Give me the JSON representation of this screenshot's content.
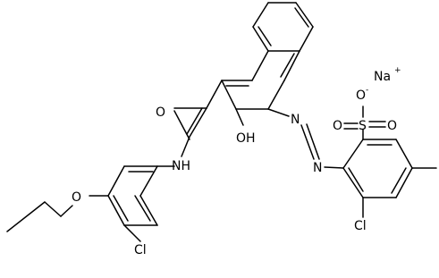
{
  "molecule": {
    "atoms": {
      "na": "Na",
      "na_charge": "+",
      "o_minus": "O",
      "o_minus_charge": "-",
      "s": "S",
      "o_right": "O",
      "o_bottom": "O",
      "n_azo_1": "N",
      "n_azo_2": "N",
      "oh": "OH",
      "o_carbonyl": "O",
      "nh": "NH",
      "cl_left": "Cl",
      "o_ether": "O",
      "cl_right": "Cl"
    },
    "colors": {
      "bond": "#000000",
      "text": "#000000",
      "background": "#ffffff"
    }
  }
}
